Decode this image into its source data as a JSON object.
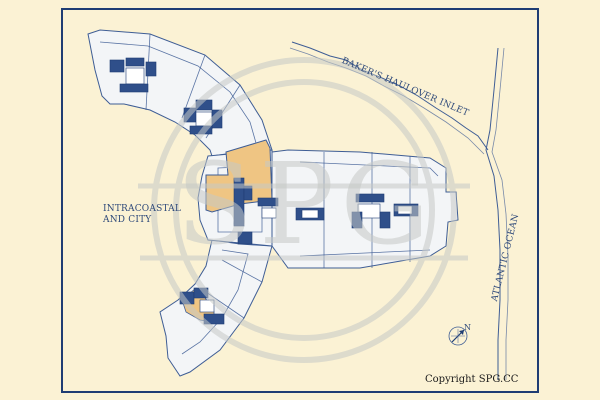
{
  "labels": {
    "intracoastal_line1": "INTRACOASTAL",
    "intracoastal_line2": "AND CITY",
    "baker": "BAKER'S HAULOVER INLET",
    "atlantic": "ATLANTIC OCEAN",
    "compass": "N"
  },
  "watermark": {
    "text": "SPG"
  },
  "copyright": "Copyright SPG.CC",
  "colors": {
    "background": "#fbf2d4",
    "frame": "#1f3d73",
    "plan_line": "#3e5d95",
    "plan_fill": "#f3f5f7",
    "highlight_unit": "#efc583",
    "watermark": "#c6c9c6"
  },
  "icons": {
    "compass": "compass-rose-icon"
  }
}
